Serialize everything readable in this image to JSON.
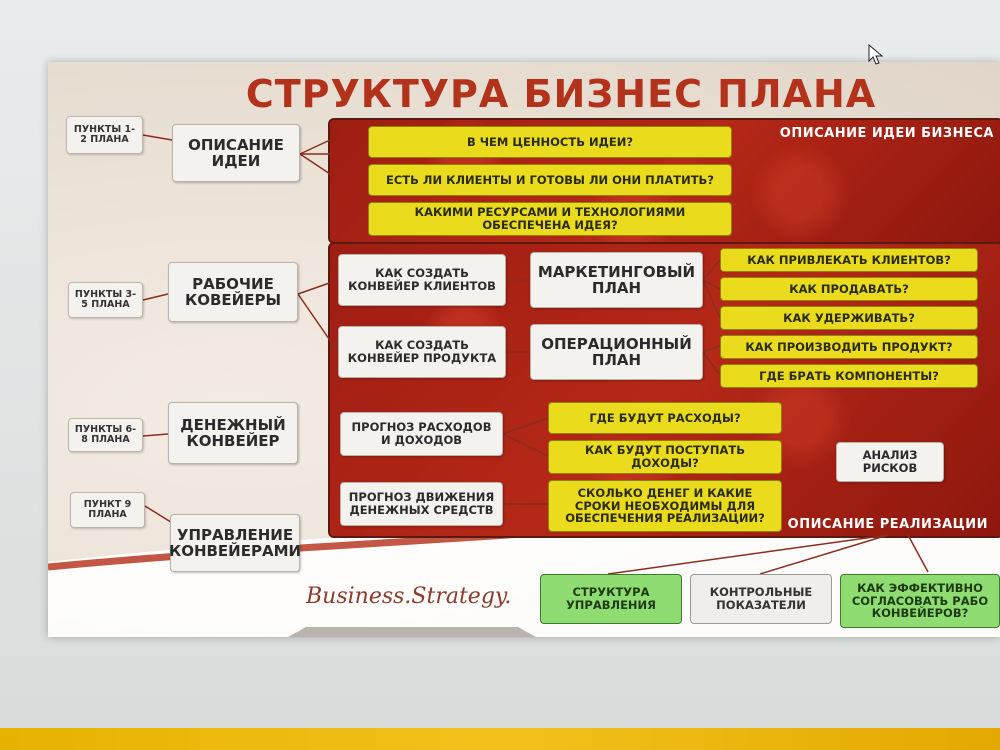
{
  "title": "СТРУКТУРА БИЗНЕС ПЛАНА",
  "logo": "Business.Strategy.",
  "panels": {
    "idea_label": "ОПИСАНИЕ ИДЕИ БИЗНЕСА",
    "realization_label": "ОПИСАНИЕ РЕАЛИЗАЦИИ"
  },
  "tags": {
    "t1": "ПУНКТЫ 1-2 ПЛАНА",
    "t2": "ПУНКТЫ 3-5 ПЛАНА",
    "t3": "ПУНКТЫ 6-8 ПЛАНА",
    "t4": "ПУНКТ 9 ПЛАНА"
  },
  "sections": {
    "s1": "ОПИСАНИЕ ИДЕИ",
    "s2": "РАБОЧИЕ КОВЕЙЕРЫ",
    "s3": "ДЕНЕЖНЫЙ КОНВЕЙЕР",
    "s4": "УПРАВЛЕНИЕ КОНВЕЙЕРАМИ"
  },
  "idea_questions": [
    "В ЧЕМ ЦЕННОСТЬ ИДЕИ?",
    "ЕСТЬ ЛИ КЛИЕНТЫ И ГОТОВЫ ЛИ ОНИ ПЛАТИТЬ?",
    "КАКИМИ РЕСУРСАМИ И ТЕХНОЛОГИЯМИ ОБЕСПЕЧЕНА ИДЕЯ?"
  ],
  "conveyors": {
    "clients": "КАК СОЗДАТЬ КОНВЕЙЕР КЛИЕНТОВ",
    "product": "КАК СОЗДАТЬ КОНВЕЙЕР ПРОДУКТА"
  },
  "plans": {
    "marketing": "МАРКЕТИНГОВЫЙ ПЛАН",
    "operational": "ОПЕРАЦИОННЫЙ ПЛАН"
  },
  "marketing_questions": [
    "КАК ПРИВЛЕКАТЬ КЛИЕНТОВ?",
    "КАК ПРОДАВАТЬ?",
    "КАК УДЕРЖИВАТЬ?"
  ],
  "operational_questions": [
    "КАК ПРОИЗВОДИТЬ ПРОДУКТ?",
    "ГДЕ БРАТЬ КОМПОНЕНТЫ?"
  ],
  "finance": {
    "forecast": "ПРОГНОЗ РАСХОДОВ И ДОХОДОВ",
    "cashflow": "ПРОГНОЗ ДВИЖЕНИЯ ДЕНЕЖНЫХ СРЕДСТВ",
    "q_expenses": "ГДЕ БУДУТ РАСХОДЫ?",
    "q_income": "КАК БУДУТ ПОСТУПАТЬ ДОХОДЫ?",
    "q_money": "СКОЛЬКО ДЕНЕГ И КАКИЕ СРОКИ НЕОБХОДИМЫ ДЛЯ ОБЕСПЕЧЕНИЯ РЕАЛИЗАЦИИ?",
    "risk": "АНАЛИЗ РИСКОВ"
  },
  "management": {
    "structure": "СТРУКТУРА УПРАВЛЕНИЯ",
    "kpi": "КОНТРОЛЬНЫЕ ПОКАЗАТЕЛИ",
    "coordinate": "КАК ЭФФЕКТИВНО СОГЛАСОВАТЬ РАБО КОНВЕЙЕРОВ?"
  },
  "colors": {
    "title": "#b2321c",
    "panel": "#a62215",
    "yellow": "#eadc1c",
    "green": "#8fdc73"
  }
}
